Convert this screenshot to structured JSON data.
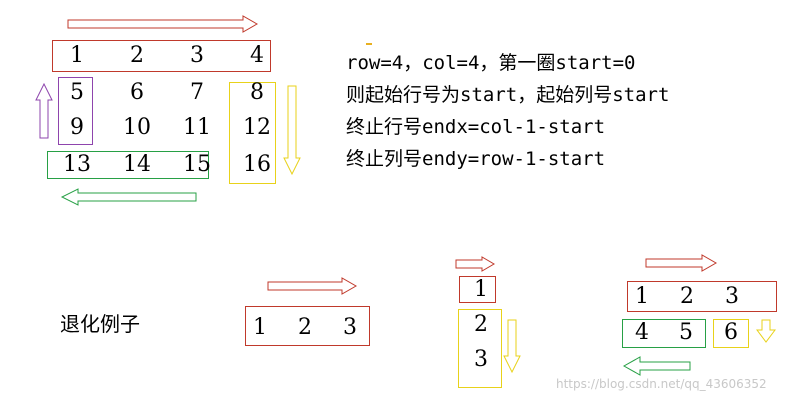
{
  "colors": {
    "red": "#c0392b",
    "purple": "#8e44ad",
    "green": "#27a045",
    "yellow": "#e8d21a"
  },
  "matrix": {
    "rows": [
      [
        "1",
        "2",
        "3",
        "4"
      ],
      [
        "5",
        "6",
        "7",
        "8"
      ],
      [
        "9",
        "10",
        "11",
        "12"
      ],
      [
        "13",
        "14",
        "15",
        "16"
      ]
    ]
  },
  "explanation": {
    "line1": "row=4，col=4，第一圈start=0",
    "line2": "则起始行号为start，起始列号start",
    "line3": "终止行号endx=col-1-start",
    "line4": "终止列号endy=row-1-start"
  },
  "degenerate": {
    "title": "退化例子",
    "single_row": [
      "1",
      "2",
      "3"
    ],
    "single_col": [
      "1",
      "2",
      "3"
    ],
    "two_rows": {
      "top": [
        "1",
        "2",
        "3"
      ],
      "bottom_green": [
        "4",
        "5"
      ],
      "bottom_yellow": "6"
    }
  },
  "watermark": "https://blog.csdn.net/qq_43606352"
}
